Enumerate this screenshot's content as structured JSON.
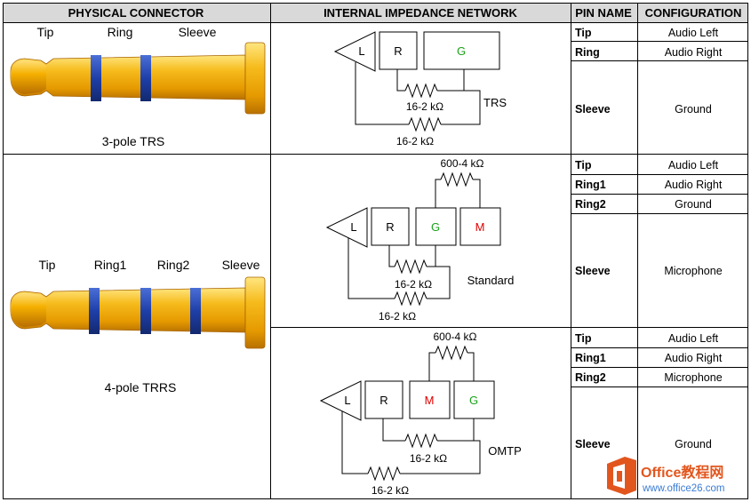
{
  "headers": {
    "connector": "PHYSICAL CONNECTOR",
    "network": "INTERNAL IMPEDANCE NETWORK",
    "pin": "PIN NAME",
    "config": "CONFIGURATION"
  },
  "colors": {
    "header_bg": "#d9d9d9",
    "plug_gold": "#f4b400",
    "plug_stripe": "#1f3fa8",
    "green_text": "#1aa31a",
    "red_text": "#e00000"
  },
  "trs": {
    "labels": {
      "tip": "Tip",
      "ring": "Ring",
      "sleeve": "Sleeve"
    },
    "caption": "3-pole TRS",
    "network": {
      "boxes": {
        "l": "L",
        "r": "R",
        "g": "G"
      },
      "res_inner": "16-2 kΩ",
      "res_outer": "16-2 kΩ",
      "name": "TRS"
    },
    "pins": [
      {
        "name": "Tip",
        "config": "Audio Left"
      },
      {
        "name": "Ring",
        "config": "Audio Right"
      },
      {
        "name": "Sleeve",
        "config": "Ground"
      }
    ]
  },
  "trrs": {
    "labels": {
      "tip": "Tip",
      "ring1": "Ring1",
      "ring2": "Ring2",
      "sleeve": "Sleeve"
    },
    "caption": "4-pole TRRS",
    "standard": {
      "boxes": {
        "l": "L",
        "r": "R",
        "g": "G",
        "m": "M"
      },
      "res_top": "600-4 kΩ",
      "res_inner": "16-2 kΩ",
      "res_outer": "16-2 kΩ",
      "name": "Standard",
      "pins": [
        {
          "name": "Tip",
          "config": "Audio Left"
        },
        {
          "name": "Ring1",
          "config": "Audio Right"
        },
        {
          "name": "Ring2",
          "config": "Ground"
        },
        {
          "name": "Sleeve",
          "config": "Microphone"
        }
      ]
    },
    "omtp": {
      "boxes": {
        "l": "L",
        "r": "R",
        "m": "M",
        "g": "G"
      },
      "res_top": "600-4 kΩ",
      "res_inner": "16-2 kΩ",
      "res_outer": "16-2 kΩ",
      "name": "OMTP",
      "pins": [
        {
          "name": "Tip",
          "config": "Audio Left"
        },
        {
          "name": "Ring1",
          "config": "Audio Right"
        },
        {
          "name": "Ring2",
          "config": "Microphone"
        },
        {
          "name": "Sleeve",
          "config": "Ground"
        }
      ]
    }
  },
  "watermark": {
    "brand": "Office教程网",
    "url": "www.office26.com"
  }
}
